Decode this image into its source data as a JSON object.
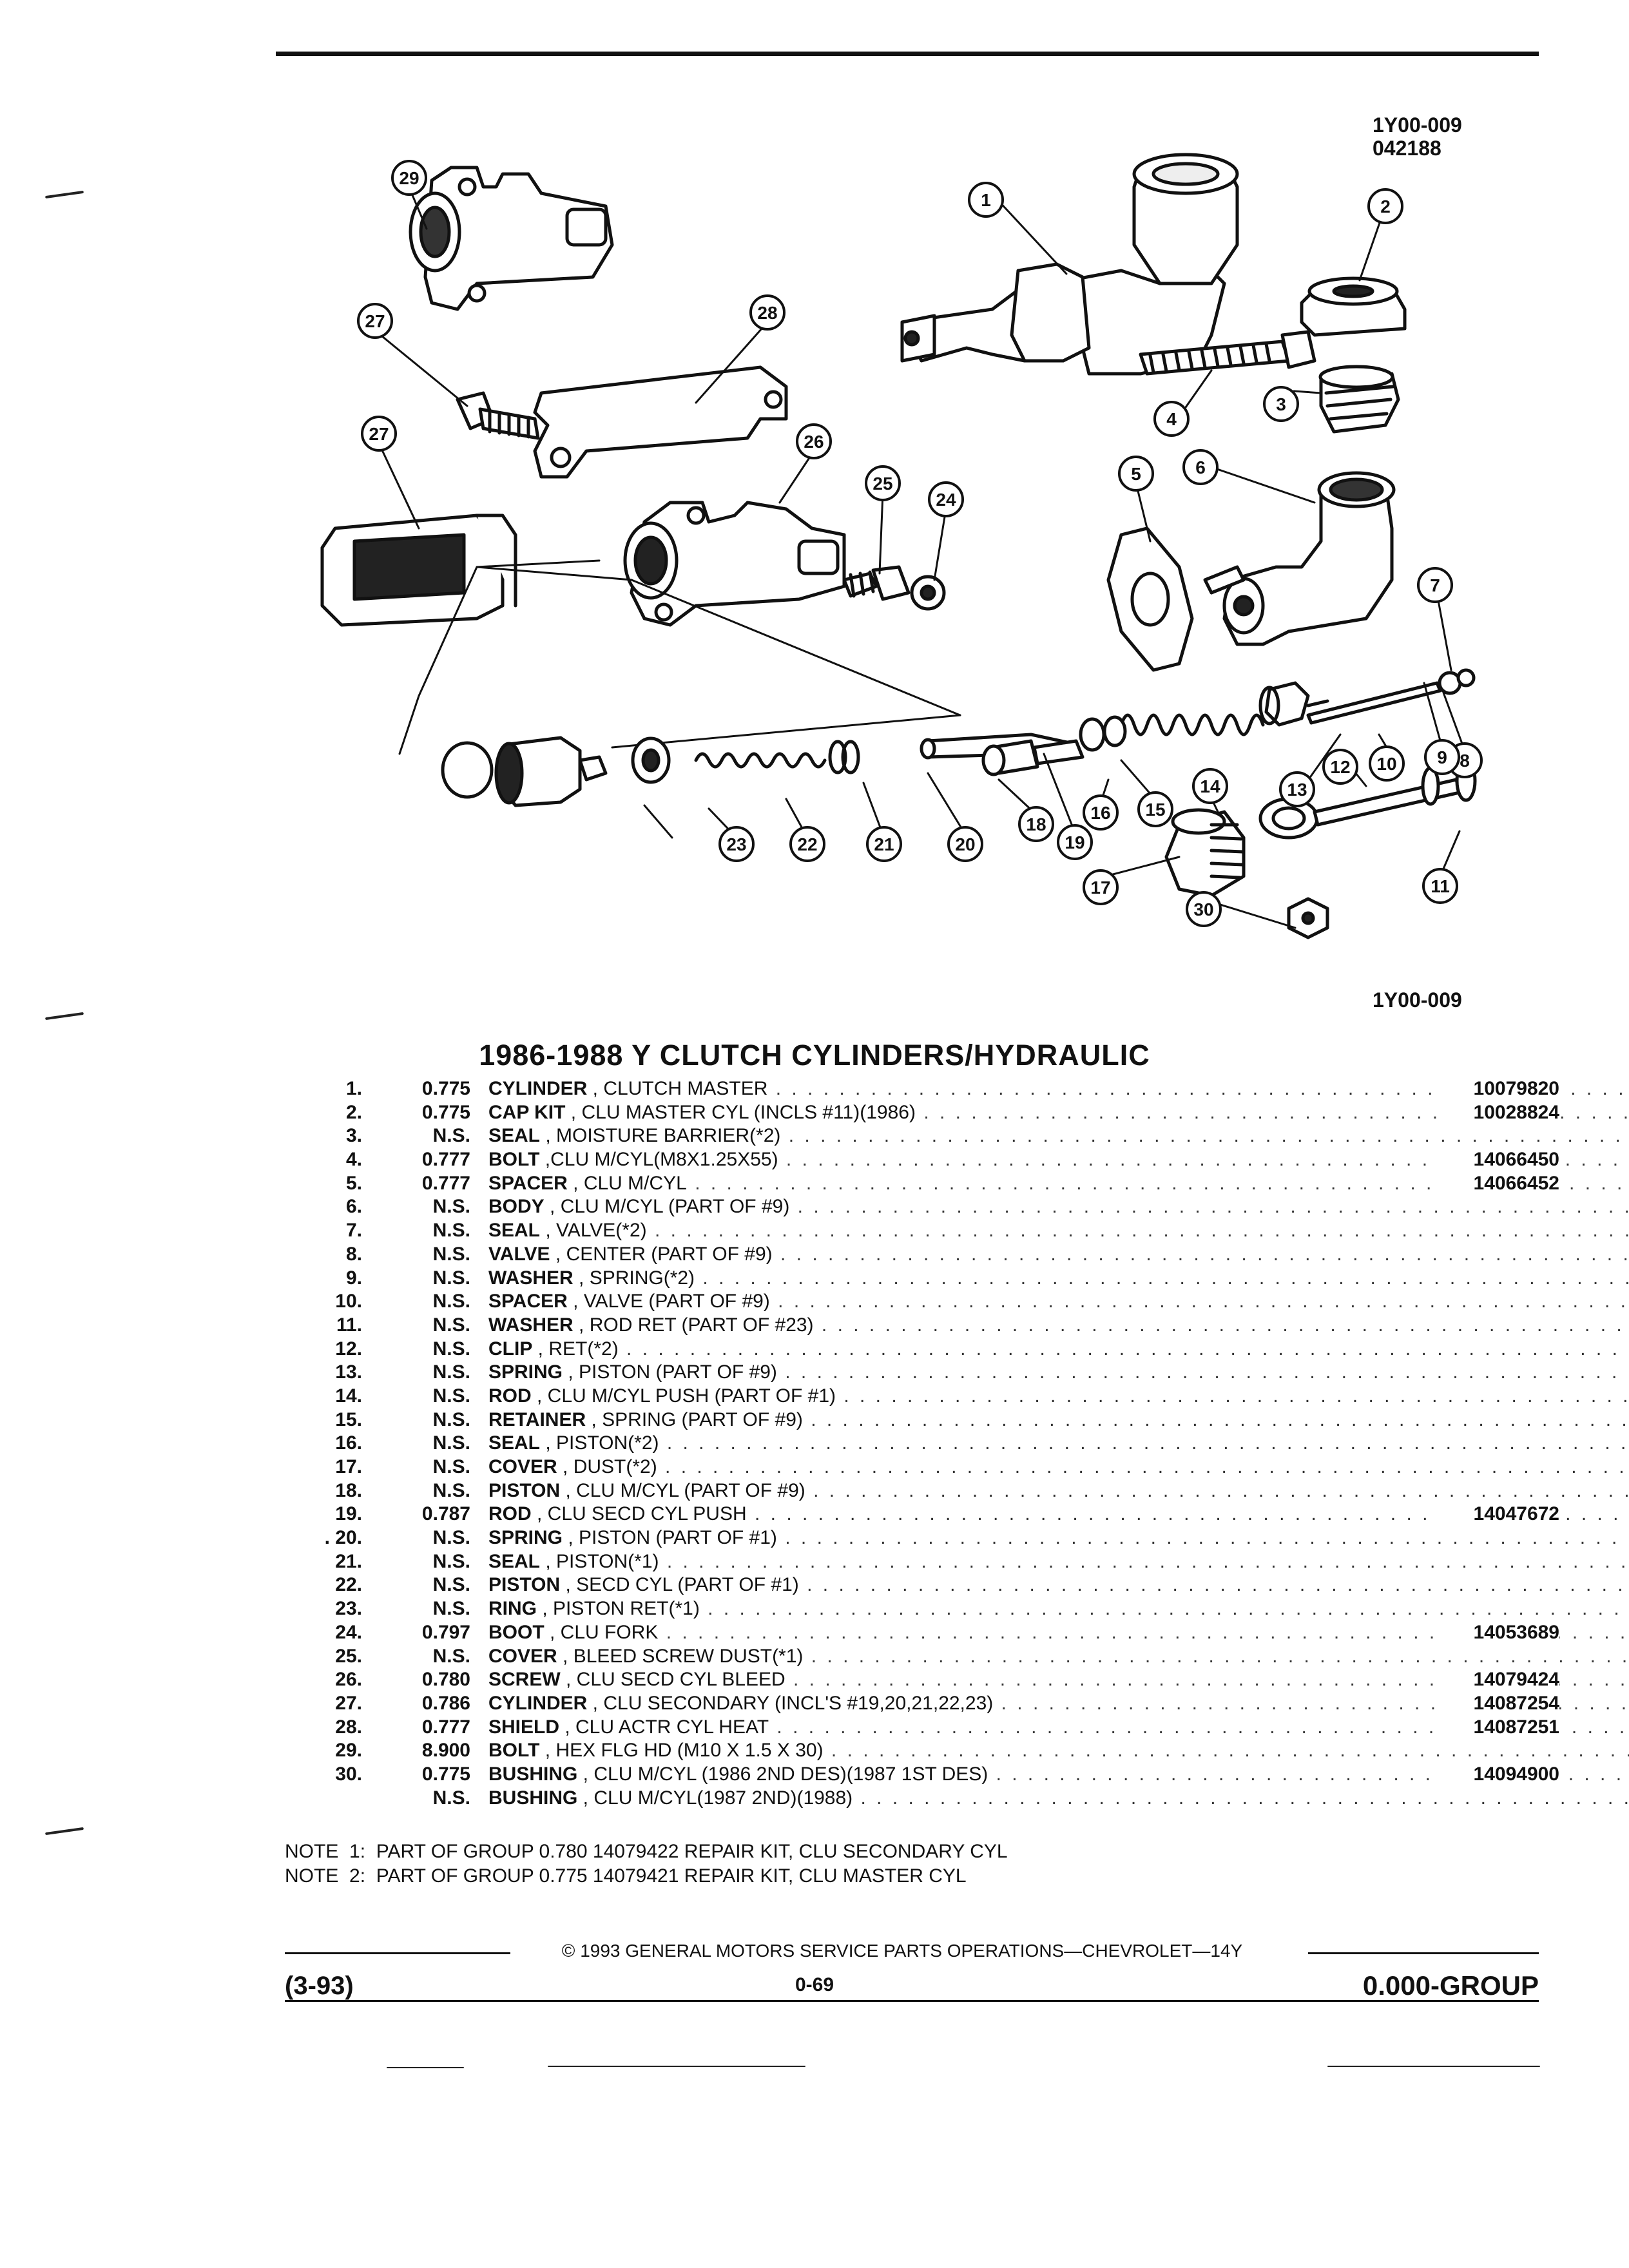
{
  "header": {
    "ref_code": "1Y00-009",
    "ref_date": "042188",
    "figure_code": "1Y00-009"
  },
  "diagram": {
    "callouts": [
      "1",
      "2",
      "3",
      "4",
      "5",
      "6",
      "7",
      "8",
      "9",
      "10",
      "11",
      "12",
      "13",
      "14",
      "15",
      "16",
      "17",
      "18",
      "19",
      "20",
      "21",
      "22",
      "23",
      "24",
      "25",
      "26",
      "27",
      "27",
      "28",
      "29",
      "30"
    ]
  },
  "title": "1986-1988 Y CLUTCH CYLINDERS/HYDRAULIC",
  "parts": [
    {
      "num": "1.",
      "group": "0.775",
      "name": "CYLINDER",
      "detail": " , CLUTCH MASTER",
      "part": "10079820"
    },
    {
      "num": "2.",
      "group": "0.775",
      "name": "CAP KIT",
      "detail": " , CLU MASTER CYL (INCLS #11)(1986)",
      "part": "10028824"
    },
    {
      "num": "3.",
      "group": "N.S.",
      "name": "SEAL",
      "detail": " , MOISTURE BARRIER(*2)",
      "part": ""
    },
    {
      "num": "4.",
      "group": "0.777",
      "name": "BOLT",
      "detail": " ,CLU M/CYL(M8X1.25X55)",
      "part": "14066450"
    },
    {
      "num": "5.",
      "group": "0.777",
      "name": "SPACER",
      "detail": " , CLU M/CYL",
      "part": "14066452"
    },
    {
      "num": "6.",
      "group": "N.S.",
      "name": "BODY",
      "detail": " , CLU M/CYL (PART OF #9)",
      "part": ""
    },
    {
      "num": "7.",
      "group": "N.S.",
      "name": "SEAL",
      "detail": " , VALVE(*2)",
      "part": ""
    },
    {
      "num": "8.",
      "group": "N.S.",
      "name": "VALVE",
      "detail": " , CENTER (PART OF #9)",
      "part": ""
    },
    {
      "num": "9.",
      "group": "N.S.",
      "name": "WASHER",
      "detail": " , SPRING(*2)",
      "part": ""
    },
    {
      "num": "10.",
      "group": "N.S.",
      "name": "SPACER",
      "detail": " , VALVE (PART OF #9)",
      "part": ""
    },
    {
      "num": "11.",
      "group": "N.S.",
      "name": "WASHER",
      "detail": " , ROD RET (PART OF #23)",
      "part": ""
    },
    {
      "num": "12.",
      "group": "N.S.",
      "name": "CLIP",
      "detail": " , RET(*2)",
      "part": ""
    },
    {
      "num": "13.",
      "group": "N.S.",
      "name": "SPRING",
      "detail": " , PISTON (PART OF #9)",
      "part": ""
    },
    {
      "num": "14.",
      "group": "N.S.",
      "name": "ROD",
      "detail": " , CLU M/CYL PUSH (PART OF #1)",
      "part": ""
    },
    {
      "num": "15.",
      "group": "N.S.",
      "name": "RETAINER",
      "detail": " , SPRING (PART OF #9)",
      "part": ""
    },
    {
      "num": "16.",
      "group": "N.S.",
      "name": "SEAL",
      "detail": " , PISTON(*2)",
      "part": ""
    },
    {
      "num": "17.",
      "group": "N.S.",
      "name": "COVER",
      "detail": " , DUST(*2)",
      "part": ""
    },
    {
      "num": "18.",
      "group": "N.S.",
      "name": "PISTON",
      "detail": " , CLU M/CYL (PART OF #9)",
      "part": ""
    },
    {
      "num": "19.",
      "group": "0.787",
      "name": "ROD",
      "detail": " , CLU SECD CYL PUSH",
      "part": "14047672"
    },
    {
      "num": ". 20.",
      "group": "N.S.",
      "name": "SPRING",
      "detail": " , PISTON (PART OF #1)",
      "part": ""
    },
    {
      "num": "21.",
      "group": "N.S.",
      "name": "SEAL",
      "detail": " , PISTON(*1)",
      "part": ""
    },
    {
      "num": "22.",
      "group": "N.S.",
      "name": "PISTON",
      "detail": " , SECD CYL (PART OF #1)",
      "part": ""
    },
    {
      "num": "23.",
      "group": "N.S.",
      "name": "RING",
      "detail": " , PISTON RET(*1)",
      "part": ""
    },
    {
      "num": "24.",
      "group": "0.797",
      "name": "BOOT",
      "detail": " , CLU FORK",
      "part": "14053689"
    },
    {
      "num": "25.",
      "group": "N.S.",
      "name": "COVER",
      "detail": " , BLEED SCREW DUST(*1)",
      "part": ""
    },
    {
      "num": "26.",
      "group": "0.780",
      "name": "SCREW",
      "detail": " , CLU SECD CYL BLEED",
      "part": "14079424"
    },
    {
      "num": "27.",
      "group": "0.786",
      "name": "CYLINDER",
      "detail": " , CLU SECONDARY (INCL'S #19,20,21,22,23)",
      "part": "14087254"
    },
    {
      "num": "28.",
      "group": "0.777",
      "name": "SHIELD",
      "detail": " , CLU ACTR CYL HEAT",
      "part": "14087251"
    },
    {
      "num": "29.",
      "group": "8.900",
      "name": "BOLT",
      "detail": " , HEX FLG HD (M10 X 1.5 X 30)",
      "part": ""
    },
    {
      "num": "30.",
      "group": "0.775",
      "name": "BUSHING",
      "detail": " , CLU M/CYL (1986 2ND DES)(1987 1ST DES)",
      "part": "14094900"
    },
    {
      "num": "",
      "group": "N.S.",
      "name": "BUSHING",
      "detail": " , CLU M/CYL(1987 2ND)(1988)",
      "part": ""
    }
  ],
  "notes": [
    "NOTE  1:  PART OF GROUP 0.780 14079422 REPAIR KIT, CLU SECONDARY CYL",
    "NOTE  2:  PART OF GROUP 0.775 14079421 REPAIR KIT, CLU MASTER CYL"
  ],
  "footer": {
    "copyright": "© 1993 GENERAL MOTORS SERVICE PARTS OPERATIONS—CHEVROLET—14Y",
    "date": "(3-93)",
    "page": "0-69",
    "group": "0.000-GROUP"
  }
}
